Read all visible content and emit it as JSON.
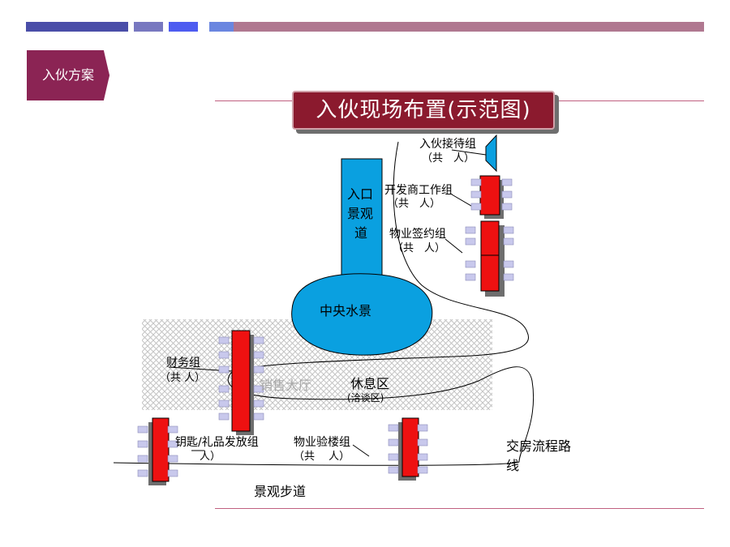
{
  "section_tag": "入伙方案",
  "title": "入伙现场布置(示范图)",
  "colors": {
    "top_bar_navy": "#4a4ea8",
    "top_bar_blue": "#4e5cf0",
    "top_bar_pink": "#b07890",
    "tag_fill": "#8b2454",
    "title_fill": "#8b1a2e",
    "water_fill": "#0aa0e0",
    "desk_fill": "#ee1111",
    "chair_fill": "#c8c8ec"
  },
  "landscape": {
    "entrance_line1": "入口",
    "entrance_line2": "景观",
    "entrance_line3": "道",
    "central_water": "中央水景",
    "sales_hall": "销售大厅",
    "rest_area": "休息区",
    "rest_area_sub": "(洽谈区)",
    "walkway": "景观步道",
    "route_line1": "交房流程路",
    "route_line2": "线"
  },
  "groups": {
    "reception": {
      "name": "入伙接待组",
      "count": "（共　人）"
    },
    "developer": {
      "name": "开发商工作组",
      "count": "（共　人）"
    },
    "signing": {
      "name": "物业签约组",
      "count": "（共　人）"
    },
    "finance": {
      "name": "财务组",
      "count": "（共 人）"
    },
    "keys": {
      "name": "钥匙/礼品发放组",
      "count": "人）"
    },
    "inspection": {
      "name": "物业验楼组",
      "count": "（共　 人）"
    }
  }
}
